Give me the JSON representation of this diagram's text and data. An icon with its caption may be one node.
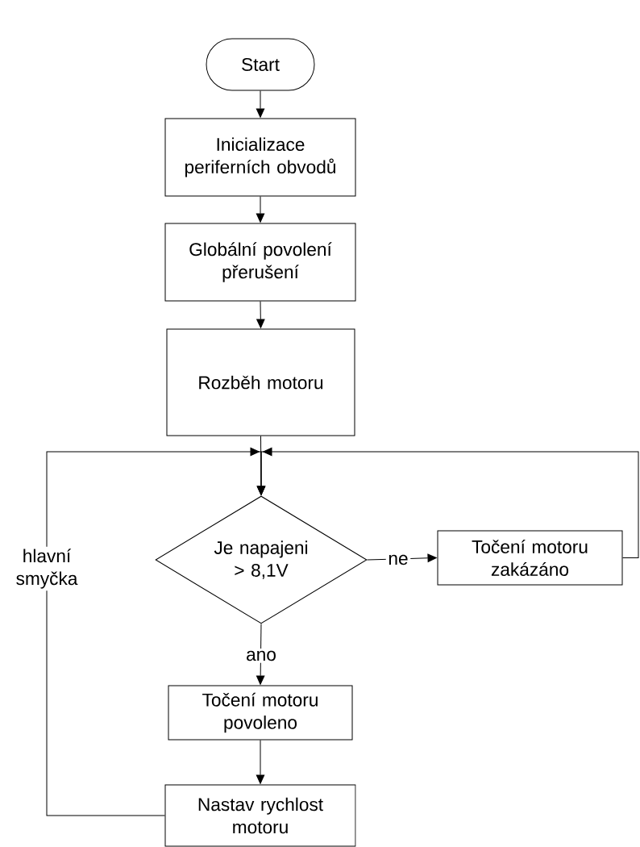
{
  "diagram": {
    "nodes": [
      {
        "text": [
          "Start"
        ]
      },
      {
        "text": [
          "Inicializace periferních obvodů"
        ]
      },
      {
        "text": [
          "Globální povolení přerušení"
        ]
      },
      {
        "text": [
          "Rozběh motoru"
        ]
      },
      {
        "text": [
          "Je napajeni > 8,1V"
        ]
      },
      {
        "text": [
          "Točení motoru zakázáno"
        ]
      },
      {
        "text": [
          "Točení motoru povoleno"
        ]
      },
      {
        "text": [
          "Nastav rychlost motoru"
        ]
      }
    ],
    "edges": [
      {
        "from": 0,
        "to": 1,
        "arrow": "to"
      },
      {
        "from": 1,
        "to": 2,
        "arrow": "to"
      },
      {
        "from": 2,
        "to": 3,
        "arrow": "to"
      },
      {
        "from": 3,
        "to": 4,
        "arrow": "to"
      },
      {
        "from": 4,
        "to": 5,
        "arrow": "to",
        "label": "ne"
      },
      {
        "from": 4,
        "to": 6,
        "arrow": "to",
        "label": "ano"
      },
      {
        "from": 6,
        "to": 7,
        "arrow": "to"
      },
      {
        "from": 7,
        "to": 4,
        "arrow": "to",
        "label": "hlavní smyčka"
      },
      {
        "from": 5,
        "to": 4,
        "arrow": "to"
      }
    ]
  }
}
